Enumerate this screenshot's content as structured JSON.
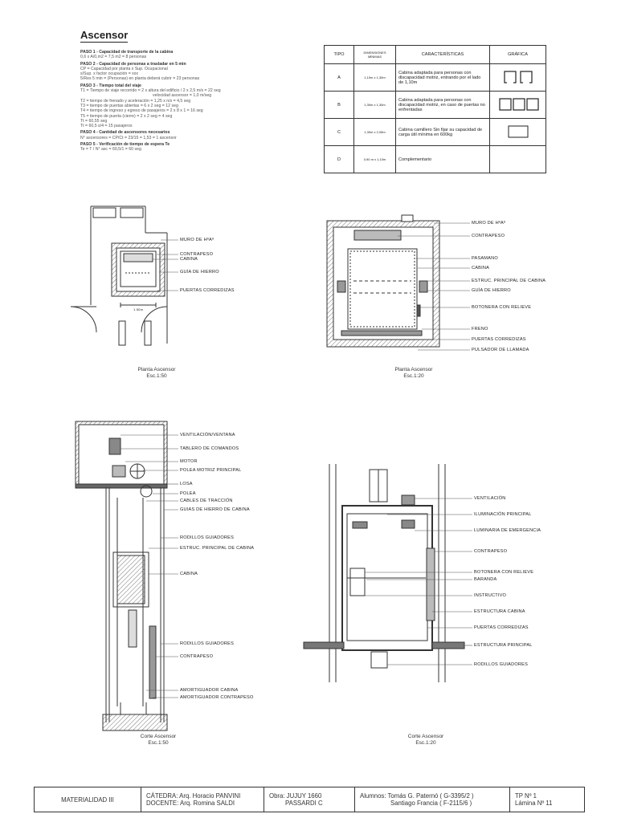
{
  "title": "Ascensor",
  "calc": [
    {
      "step": "PASO 1 - Capacidad de transporte de la cabina",
      "lines": [
        "0,6 x A/0,m2 = 7,5 m2 = 8 personas"
      ]
    },
    {
      "step": "PASO 2 - Capacidad de personas a trasladar en 5 min",
      "lines": [
        "CP = Capacidad por planta x Sup. Ocupacional",
        "s/Sup. x factor ocupación = xxx",
        "5/Res 5 min = (Personas) en planta deberá cubrir = 23 personas"
      ]
    },
    {
      "step": "PASO 3 - Tiempo total del viaje",
      "lines": [
        "T1 = Tiempo de viaje recorrido = 2 x altura del edificio / 2 x 2,5 m/s = 22 seg",
        "velocidad ascensor = 1,0 m/seg",
        "T2 = tiempo de frenado y aceleración = 1,25 x n/s = 4,5 seg",
        "T3 = tiempo de puertas abiertas = 6 x 2 seg = 12 seg",
        "T4 = tiempo de ingreso y egreso de pasajeros = 2 x 8 x 1 = 16 seg",
        "T5 = tiempo de puerta (cierre) = 2 x 2 seg = 4 seg",
        "Tt = 60,55 seg",
        "Tt = 60,5 s/4 = 15 pasajeros"
      ]
    },
    {
      "step": "PASO 4 - Cantidad de ascensores necesarios",
      "lines": [
        "N° ascensores = CP/Ct = 23/15 = 1,53 = 1 ascensor"
      ]
    },
    {
      "step": "PASO 5 - Verificación de tiempo de espera Te",
      "lines": [
        "Te = T / N° asc = 60,5/1 = 60 seg"
      ]
    }
  ],
  "table": {
    "headers": [
      "TIPO",
      "DIMENSIONES MÍNIMAS",
      "CARACTERÍSTICAS",
      "GRÁFICA"
    ],
    "rows": [
      {
        "tipo": "A",
        "dim": "1,10m x 1,30m",
        "car": "Cabina adaptada para personas con discapacidad motriz, entrando por el lado de 1,10m"
      },
      {
        "tipo": "B",
        "dim": "1,30m x 1,30m",
        "car": "Cabina adaptada para personas con discapacidad motriz, en caso de puertas no enfrentadas"
      },
      {
        "tipo": "C",
        "dim": "1,30m x 2,05m",
        "car": "Cabina camillero Sin fijar su capacidad de carga útil mínima en 600kg"
      },
      {
        "tipo": "D",
        "dim": "0,90 m x 1,10m",
        "car": "Complementario"
      }
    ]
  },
  "plan150": {
    "labels": [
      "MURO DE HºAº",
      "CONTRAPESO",
      "CABINA",
      "GUÍA DE HIERRO",
      "PUERTAS CORREDIZAS"
    ],
    "dim": "1.50m",
    "caption": [
      "Planta Ascensor",
      "Esc.1:50"
    ]
  },
  "plan120": {
    "labels": [
      "MURO DE HºAº",
      "CONTRAPESO",
      "PASAMANO",
      "CABINA",
      "ESTRUC. PRINCIPAL DE CABINA",
      "GUÍA DE HIERRO",
      "BOTONERA CON RELIEVE",
      "FRENO",
      "PUERTAS CORREDIZAS",
      "PULSADOR DE LLAMADA"
    ],
    "caption": [
      "Planta Ascensor",
      "Esc.1:20"
    ]
  },
  "section150": {
    "labels": [
      "VENTILACIÓN/VENTANA",
      "TABLERO DE COMANDOS",
      "MOTOR",
      "POLEA MOTRIZ PRINCIPAL",
      "LOSA",
      "POLEA",
      "CABLES DE TRACCIÓN",
      "GUIAS DE HIERRO DE CABINA",
      "RODILLOS GUIADORES",
      "ESTRUC. PRINCIPAL DE CABINA",
      "CABINA",
      "RODILLOS GUIADORES",
      "CONTRAPESO",
      "AMORTIGUADOR CABINA",
      "AMORTIGUADOR CONTRAPESO"
    ],
    "caption": [
      "Corte Ascensor",
      "Esc.1:50"
    ]
  },
  "section120": {
    "labels": [
      "VENTILACIÓN",
      "ILUMINACIÓN PRINCIPAL",
      "LUMINARIA DE EMERGENCIA",
      "CONTRAPESO",
      "BOTONERA CON RELIEVE",
      "BARANDA",
      "INSTRUCTIVO",
      "ESTRUCTURA CABINA",
      "PUERTAS CORREDIZAS",
      "ESTRUCTURA PRINCIPAL",
      "RODILLOS GUIADORES"
    ],
    "caption": [
      "Corte Ascensor",
      "Esc.1:20"
    ]
  },
  "footer": {
    "materia": "MATERIALIDAD III",
    "catedra": "CÁTEDRA: Arq. Horacio PANVINI",
    "docente": "DOCENTE: Arq. Romina SALDI",
    "obra1": "Obra: JUJUY 1660",
    "obra2": "PASSARDI C",
    "alumnos1": "Alumnos: Tomás G. Paternó ( G-3395/2 )",
    "alumnos2": "Santiago Francia  ( F-2115/6 )",
    "tp": "TP Nº 1",
    "lamina": "Lámina Nº 11"
  }
}
